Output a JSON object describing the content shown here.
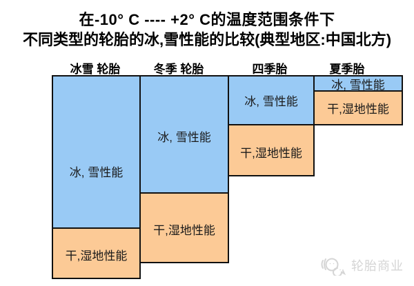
{
  "title": {
    "line1": "在-10° C ---- +2° C的温度范围条件下",
    "line2": "不同类型的轮胎的冰,雪性能的比较(典型地区:中国北方)"
  },
  "colors": {
    "ice_snow_fill": "#99CAF5",
    "dry_wet_fill": "#FCCA96",
    "border": "#101010",
    "text": "#000000",
    "watermark": "#D5D5D5"
  },
  "chart_data": {
    "type": "bar",
    "variant": "top-aligned stacked columns, descending left to right",
    "title": "在-10° C ---- +2° C的温度范围条件下 不同类型的轮胎的冰,雪性能的比较(典型地区:中国北方)",
    "categories": [
      "冰雪 轮胎",
      "冬季 轮胎",
      "四季胎",
      "夏季胎"
    ],
    "series": [
      {
        "name": "冰, 雪性能",
        "color": "#99CAF5",
        "values": [
          221,
          170,
          71,
          22
        ]
      },
      {
        "name": "干,湿地性能",
        "color": "#FCCA96",
        "values": [
          73,
          101,
          74,
          49
        ]
      }
    ],
    "value_unit": "relative performance (drawn segment height in px)",
    "legend_position": "labels drawn inside each segment",
    "grid": false,
    "columns": [
      {
        "header": "冰雪 轮胎",
        "segments": [
          {
            "series": "ice-snow",
            "label": "冰, 雪性能",
            "value": 221
          },
          {
            "series": "dry-wet",
            "label": "干,湿地性能",
            "value": 73
          }
        ]
      },
      {
        "header": "冬季 轮胎",
        "segments": [
          {
            "series": "ice-snow",
            "label": "冰, 雪性能",
            "value": 170
          },
          {
            "series": "dry-wet",
            "label": "干,湿地性能",
            "value": 101
          }
        ]
      },
      {
        "header": "四季胎",
        "segments": [
          {
            "series": "ice-snow",
            "label": "冰, 雪性能",
            "value": 71
          },
          {
            "series": "dry-wet",
            "label": "干,湿地性能",
            "value": 74
          }
        ]
      },
      {
        "header": "夏季胎",
        "segments": [
          {
            "series": "ice-snow",
            "label": "冰, 雪性能",
            "value": 22
          },
          {
            "series": "dry-wet",
            "label": "干,湿地性能",
            "value": 49
          }
        ]
      }
    ]
  },
  "watermark": {
    "icon": "wechat-icon",
    "text": "轮胎商业"
  }
}
